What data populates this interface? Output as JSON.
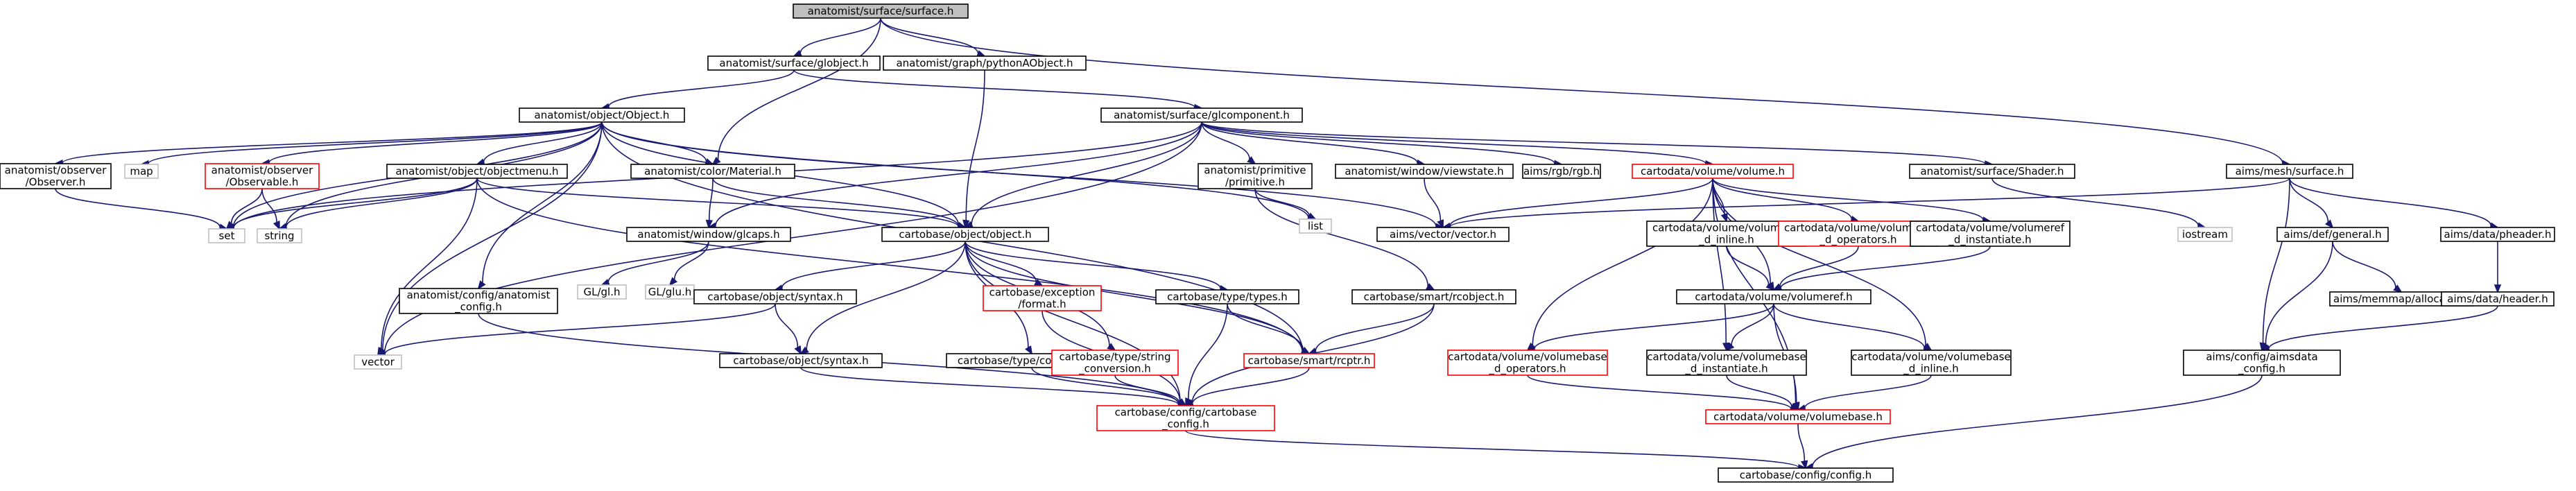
{
  "diagram": {
    "type": "include-dependency-graph",
    "root": "n_surface",
    "colors": {
      "edge": "#191970",
      "root_fill": "#bfbfbf",
      "default_border": "#000000",
      "missing_border": "#ff0000",
      "external_border": "#bfbfbf",
      "text": "#000000"
    },
    "nodes": [
      {
        "id": "n_surface",
        "lines": [
          "anatomist/surface/surface.h"
        ],
        "style": "root"
      },
      {
        "id": "n_globject",
        "lines": [
          "anatomist/surface/globject.h"
        ],
        "style": "default"
      },
      {
        "id": "n_pyao",
        "lines": [
          "anatomist/graph/pythonAObject.h"
        ],
        "style": "default"
      },
      {
        "id": "n_object",
        "lines": [
          "anatomist/object/Object.h"
        ],
        "style": "default"
      },
      {
        "id": "n_glcomp",
        "lines": [
          "anatomist/surface/glcomponent.h"
        ],
        "style": "default"
      },
      {
        "id": "n_aimssurf",
        "lines": [
          "aims/mesh/surface.h"
        ],
        "style": "default"
      },
      {
        "id": "n_observer",
        "lines": [
          "anatomist/observer",
          "/Observer.h"
        ],
        "style": "default"
      },
      {
        "id": "n_map",
        "lines": [
          "map"
        ],
        "style": "external"
      },
      {
        "id": "n_observable",
        "lines": [
          "anatomist/observer",
          "/Observable.h"
        ],
        "style": "missing"
      },
      {
        "id": "n_objmenu",
        "lines": [
          "anatomist/object/objectmenu.h"
        ],
        "style": "default"
      },
      {
        "id": "n_material",
        "lines": [
          "anatomist/color/Material.h"
        ],
        "style": "default"
      },
      {
        "id": "n_primitive",
        "lines": [
          "anatomist/primitive",
          "/primitive.h"
        ],
        "style": "default"
      },
      {
        "id": "n_viewstate",
        "lines": [
          "anatomist/window/viewstate.h"
        ],
        "style": "default"
      },
      {
        "id": "n_rgb",
        "lines": [
          "aims/rgb/rgb.h"
        ],
        "style": "default"
      },
      {
        "id": "n_volume",
        "lines": [
          "cartodata/volume/volume.h"
        ],
        "style": "missing"
      },
      {
        "id": "n_shader",
        "lines": [
          "anatomist/surface/Shader.h"
        ],
        "style": "default"
      },
      {
        "id": "n_set",
        "lines": [
          "set"
        ],
        "style": "external"
      },
      {
        "id": "n_string",
        "lines": [
          "string"
        ],
        "style": "external"
      },
      {
        "id": "n_glcaps",
        "lines": [
          "anatomist/window/glcaps.h"
        ],
        "style": "default"
      },
      {
        "id": "n_cobject",
        "lines": [
          "cartobase/object/object.h"
        ],
        "style": "default"
      },
      {
        "id": "n_list",
        "lines": [
          "list"
        ],
        "style": "external"
      },
      {
        "id": "n_vector3",
        "lines": [
          "aims/vector/vector.h"
        ],
        "style": "default"
      },
      {
        "id": "n_vref_inline",
        "lines": [
          "cartodata/volume/volumeref",
          "_d_inline.h"
        ],
        "style": "default"
      },
      {
        "id": "n_vref_ops",
        "lines": [
          "cartodata/volume/volumeref",
          "_d_operators.h"
        ],
        "style": "missing"
      },
      {
        "id": "n_vref_inst",
        "lines": [
          "cartodata/volume/volumeref",
          "_d_instantiate.h"
        ],
        "style": "default"
      },
      {
        "id": "n_iostream",
        "lines": [
          "iostream"
        ],
        "style": "external"
      },
      {
        "id": "n_general",
        "lines": [
          "aims/def/general.h"
        ],
        "style": "default"
      },
      {
        "id": "n_pheader",
        "lines": [
          "aims/data/pheader.h"
        ],
        "style": "default"
      },
      {
        "id": "n_gl",
        "lines": [
          "GL/gl.h"
        ],
        "style": "external"
      },
      {
        "id": "n_glu",
        "lines": [
          "GL/glu.h"
        ],
        "style": "external"
      },
      {
        "id": "n_anaconfig",
        "lines": [
          "anatomist/config/anatomist",
          "_config.h"
        ],
        "style": "default"
      },
      {
        "id": "n_csyntax",
        "lines": [
          "cartobase/object/syntax.h"
        ],
        "style": "default"
      },
      {
        "id": "n_exception",
        "lines": [
          "cartobase/exception",
          "/format.h"
        ],
        "style": "missing"
      },
      {
        "id": "n_types",
        "lines": [
          "cartobase/type/types.h"
        ],
        "style": "default"
      },
      {
        "id": "n_rcobject",
        "lines": [
          "cartobase/smart/rcobject.h"
        ],
        "style": "default"
      },
      {
        "id": "n_volumeref",
        "lines": [
          "cartodata/volume/volumeref.h"
        ],
        "style": "default"
      },
      {
        "id": "n_allocator",
        "lines": [
          "aims/memmap/allocator.h"
        ],
        "style": "default"
      },
      {
        "id": "n_header",
        "lines": [
          "aims/data/header.h"
        ],
        "style": "default"
      },
      {
        "id": "n_vector",
        "lines": [
          "vector"
        ],
        "style": "external"
      },
      {
        "id": "n_csyntax2",
        "lines": [
          "cartobase/object/syntax.h"
        ],
        "style": "default"
      },
      {
        "id": "n_conversion",
        "lines": [
          "cartobase/type/conversion.h"
        ],
        "style": "default"
      },
      {
        "id": "n_strconv",
        "lines": [
          "cartobase/type/string",
          "_conversion.h"
        ],
        "style": "missing"
      },
      {
        "id": "n_rcptr",
        "lines": [
          "cartobase/smart/rcptr.h"
        ],
        "style": "missing"
      },
      {
        "id": "n_vbase_ops",
        "lines": [
          "cartodata/volume/volumebase",
          "_d_operators.h"
        ],
        "style": "missing"
      },
      {
        "id": "n_vbase_inst",
        "lines": [
          "cartodata/volume/volumebase",
          "_d_instantiate.h"
        ],
        "style": "default"
      },
      {
        "id": "n_vbase_inline",
        "lines": [
          "cartodata/volume/volumebase",
          "_d_inline.h"
        ],
        "style": "default"
      },
      {
        "id": "n_aimsdata",
        "lines": [
          "aims/config/aimsdata",
          "_config.h"
        ],
        "style": "default"
      },
      {
        "id": "n_cconfig",
        "lines": [
          "cartobase/config/cartobase",
          "_config.h"
        ],
        "style": "missing"
      },
      {
        "id": "n_volbase",
        "lines": [
          "cartodata/volume/volumebase.h"
        ],
        "style": "missing"
      },
      {
        "id": "n_config",
        "lines": [
          "cartobase/config/config.h"
        ],
        "style": "default"
      }
    ],
    "edges": [
      [
        "n_surface",
        "n_globject"
      ],
      [
        "n_surface",
        "n_pyao"
      ],
      [
        "n_surface",
        "n_material"
      ],
      [
        "n_surface",
        "n_aimssurf"
      ],
      [
        "n_globject",
        "n_object"
      ],
      [
        "n_globject",
        "n_glcomp"
      ],
      [
        "n_pyao",
        "n_cobject"
      ],
      [
        "n_object",
        "n_observer"
      ],
      [
        "n_object",
        "n_map"
      ],
      [
        "n_object",
        "n_observable"
      ],
      [
        "n_object",
        "n_objmenu"
      ],
      [
        "n_object",
        "n_material"
      ],
      [
        "n_object",
        "n_set"
      ],
      [
        "n_object",
        "n_string"
      ],
      [
        "n_object",
        "n_cobject"
      ],
      [
        "n_object",
        "n_list"
      ],
      [
        "n_object",
        "n_vector3"
      ],
      [
        "n_object",
        "n_anaconfig"
      ],
      [
        "n_object",
        "n_vector"
      ],
      [
        "n_object",
        "n_rcptr"
      ],
      [
        "n_glcomp",
        "n_primitive"
      ],
      [
        "n_glcomp",
        "n_viewstate"
      ],
      [
        "n_glcomp",
        "n_rgb"
      ],
      [
        "n_glcomp",
        "n_volume"
      ],
      [
        "n_glcomp",
        "n_shader"
      ],
      [
        "n_glcomp",
        "n_glcaps"
      ],
      [
        "n_glcomp",
        "n_cobject"
      ],
      [
        "n_glcomp",
        "n_set"
      ],
      [
        "n_glcomp",
        "n_vector"
      ],
      [
        "n_aimssurf",
        "n_vector3"
      ],
      [
        "n_aimssurf",
        "n_general"
      ],
      [
        "n_aimssurf",
        "n_pheader"
      ],
      [
        "n_aimssurf",
        "n_aimsdata"
      ],
      [
        "n_observer",
        "n_set"
      ],
      [
        "n_observable",
        "n_set"
      ],
      [
        "n_observable",
        "n_string"
      ],
      [
        "n_objmenu",
        "n_set"
      ],
      [
        "n_objmenu",
        "n_string"
      ],
      [
        "n_objmenu",
        "n_vector"
      ],
      [
        "n_objmenu",
        "n_cobject"
      ],
      [
        "n_objmenu",
        "n_rcptr"
      ],
      [
        "n_material",
        "n_glcaps"
      ],
      [
        "n_material",
        "n_cobject"
      ],
      [
        "n_primitive",
        "n_list"
      ],
      [
        "n_primitive",
        "n_rcobject"
      ],
      [
        "n_viewstate",
        "n_vector3"
      ],
      [
        "n_volume",
        "n_vector3"
      ],
      [
        "n_volume",
        "n_vref_inline"
      ],
      [
        "n_volume",
        "n_vref_ops"
      ],
      [
        "n_volume",
        "n_vref_inst"
      ],
      [
        "n_volume",
        "n_volumeref"
      ],
      [
        "n_volume",
        "n_vbase_ops"
      ],
      [
        "n_volume",
        "n_vbase_inst"
      ],
      [
        "n_volume",
        "n_vbase_inline"
      ],
      [
        "n_volume",
        "n_volbase"
      ],
      [
        "n_shader",
        "n_iostream"
      ],
      [
        "n_glcaps",
        "n_gl"
      ],
      [
        "n_glcaps",
        "n_glu"
      ],
      [
        "n_cobject",
        "n_csyntax"
      ],
      [
        "n_cobject",
        "n_exception"
      ],
      [
        "n_cobject",
        "n_types"
      ],
      [
        "n_cobject",
        "n_rcptr"
      ],
      [
        "n_cobject",
        "n_csyntax2"
      ],
      [
        "n_cobject",
        "n_conversion"
      ],
      [
        "n_cobject",
        "n_strconv"
      ],
      [
        "n_cobject",
        "n_cconfig"
      ],
      [
        "n_vref_inline",
        "n_volumeref"
      ],
      [
        "n_vref_ops",
        "n_volumeref"
      ],
      [
        "n_vref_inst",
        "n_volumeref"
      ],
      [
        "n_general",
        "n_allocator"
      ],
      [
        "n_general",
        "n_aimsdata"
      ],
      [
        "n_pheader",
        "n_header"
      ],
      [
        "n_anaconfig",
        "n_cconfig"
      ],
      [
        "n_csyntax",
        "n_vector"
      ],
      [
        "n_csyntax",
        "n_csyntax2"
      ],
      [
        "n_exception",
        "n_cconfig"
      ],
      [
        "n_types",
        "n_rcptr"
      ],
      [
        "n_types",
        "n_cconfig"
      ],
      [
        "n_rcobject",
        "n_rcptr"
      ],
      [
        "n_rcobject",
        "n_cconfig"
      ],
      [
        "n_volumeref",
        "n_vbase_ops"
      ],
      [
        "n_volumeref",
        "n_vbase_inst"
      ],
      [
        "n_volumeref",
        "n_vbase_inline"
      ],
      [
        "n_volumeref",
        "n_volbase"
      ],
      [
        "n_header",
        "n_aimsdata"
      ],
      [
        "n_csyntax2",
        "n_cconfig"
      ],
      [
        "n_conversion",
        "n_cconfig"
      ],
      [
        "n_strconv",
        "n_cconfig"
      ],
      [
        "n_rcptr",
        "n_cconfig"
      ],
      [
        "n_vbase_ops",
        "n_volbase"
      ],
      [
        "n_vbase_inst",
        "n_volbase"
      ],
      [
        "n_vbase_inline",
        "n_volbase"
      ],
      [
        "n_aimsdata",
        "n_config"
      ],
      [
        "n_cconfig",
        "n_config"
      ],
      [
        "n_volbase",
        "n_config"
      ]
    ]
  }
}
